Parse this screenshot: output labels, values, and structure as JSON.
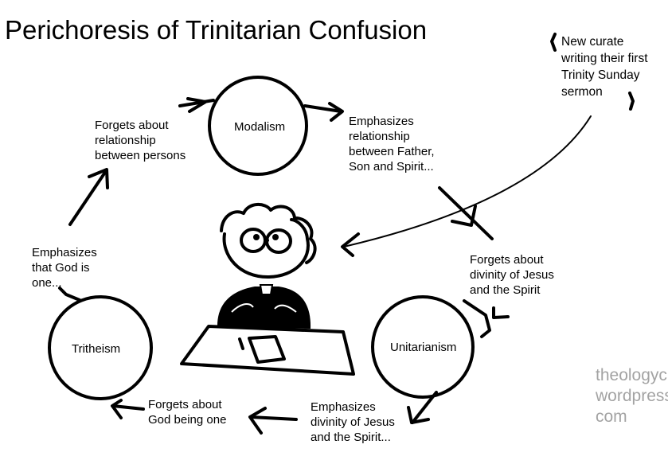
{
  "title": "Perichoresis of Trinitarian Confusion",
  "circles": {
    "modalism": "Modalism",
    "unitarianism": "Unitarianism",
    "tritheism": "Tritheism"
  },
  "notes": {
    "forgets_relationship": "Forgets about\nrelationship\nbetween persons",
    "emphasizes_relationship": "Emphasizes\nrelationship\nbetween Father,\n Son and Spirit...",
    "forgets_divinity": "Forgets about\ndivinity of Jesus\nand the Spirit",
    "emphasizes_divinity": "Emphasizes\ndivinity of Jesus\nand the Spirit...",
    "forgets_one": "Forgets about\nGod being one",
    "emphasizes_one": "Emphasizes\nthat God is\none..."
  },
  "curate_note": "New curate\nwriting their first\nTrinity Sunday\nsermon",
  "watermark": "theologyc\nwordpress\ncom"
}
